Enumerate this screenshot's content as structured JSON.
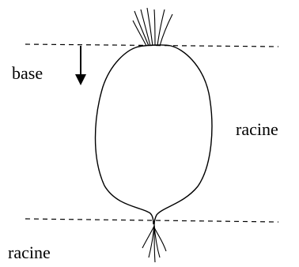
{
  "labels": {
    "base": "base",
    "racine_right": "racine",
    "racine_bottom": "racine"
  }
}
